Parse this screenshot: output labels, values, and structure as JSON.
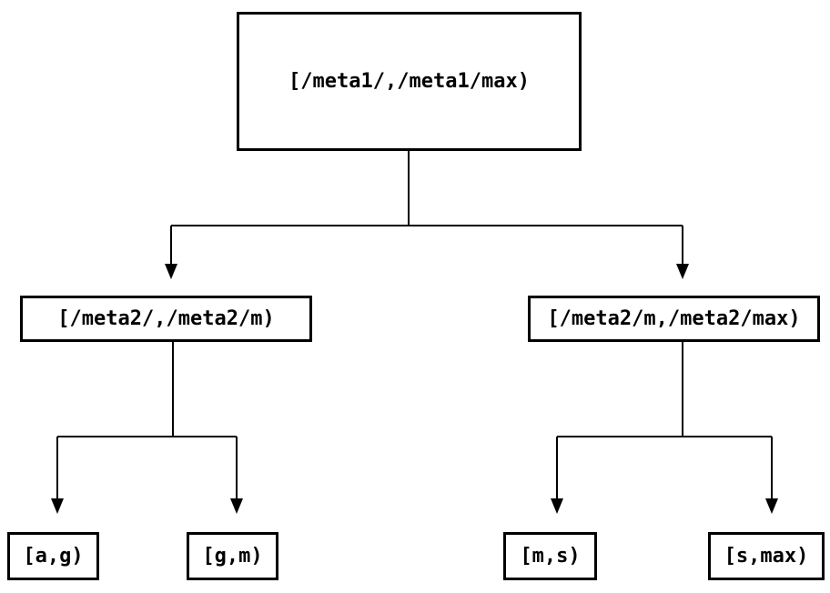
{
  "diagram": {
    "type": "tree",
    "colors": {
      "stroke": "#000000",
      "node_background": "#ffffff",
      "page_background": "#ffffff"
    },
    "nodes": {
      "root": {
        "label": "[/meta1/,/meta1/max)"
      },
      "mid_left": {
        "label": "[/meta2/,/meta2/m)"
      },
      "mid_right": {
        "label": "[/meta2/m,/meta2/max)"
      },
      "leaf_ag": {
        "label": "[a,g)"
      },
      "leaf_gm": {
        "label": "[g,m)"
      },
      "leaf_ms": {
        "label": "[m,s)"
      },
      "leaf_smax": {
        "label": "[s,max)"
      }
    },
    "edges": [
      {
        "from": "root",
        "to": "mid_left"
      },
      {
        "from": "root",
        "to": "mid_right"
      },
      {
        "from": "mid_left",
        "to": "leaf_ag"
      },
      {
        "from": "mid_left",
        "to": "leaf_gm"
      },
      {
        "from": "mid_right",
        "to": "leaf_ms"
      },
      {
        "from": "mid_right",
        "to": "leaf_smax"
      }
    ]
  }
}
